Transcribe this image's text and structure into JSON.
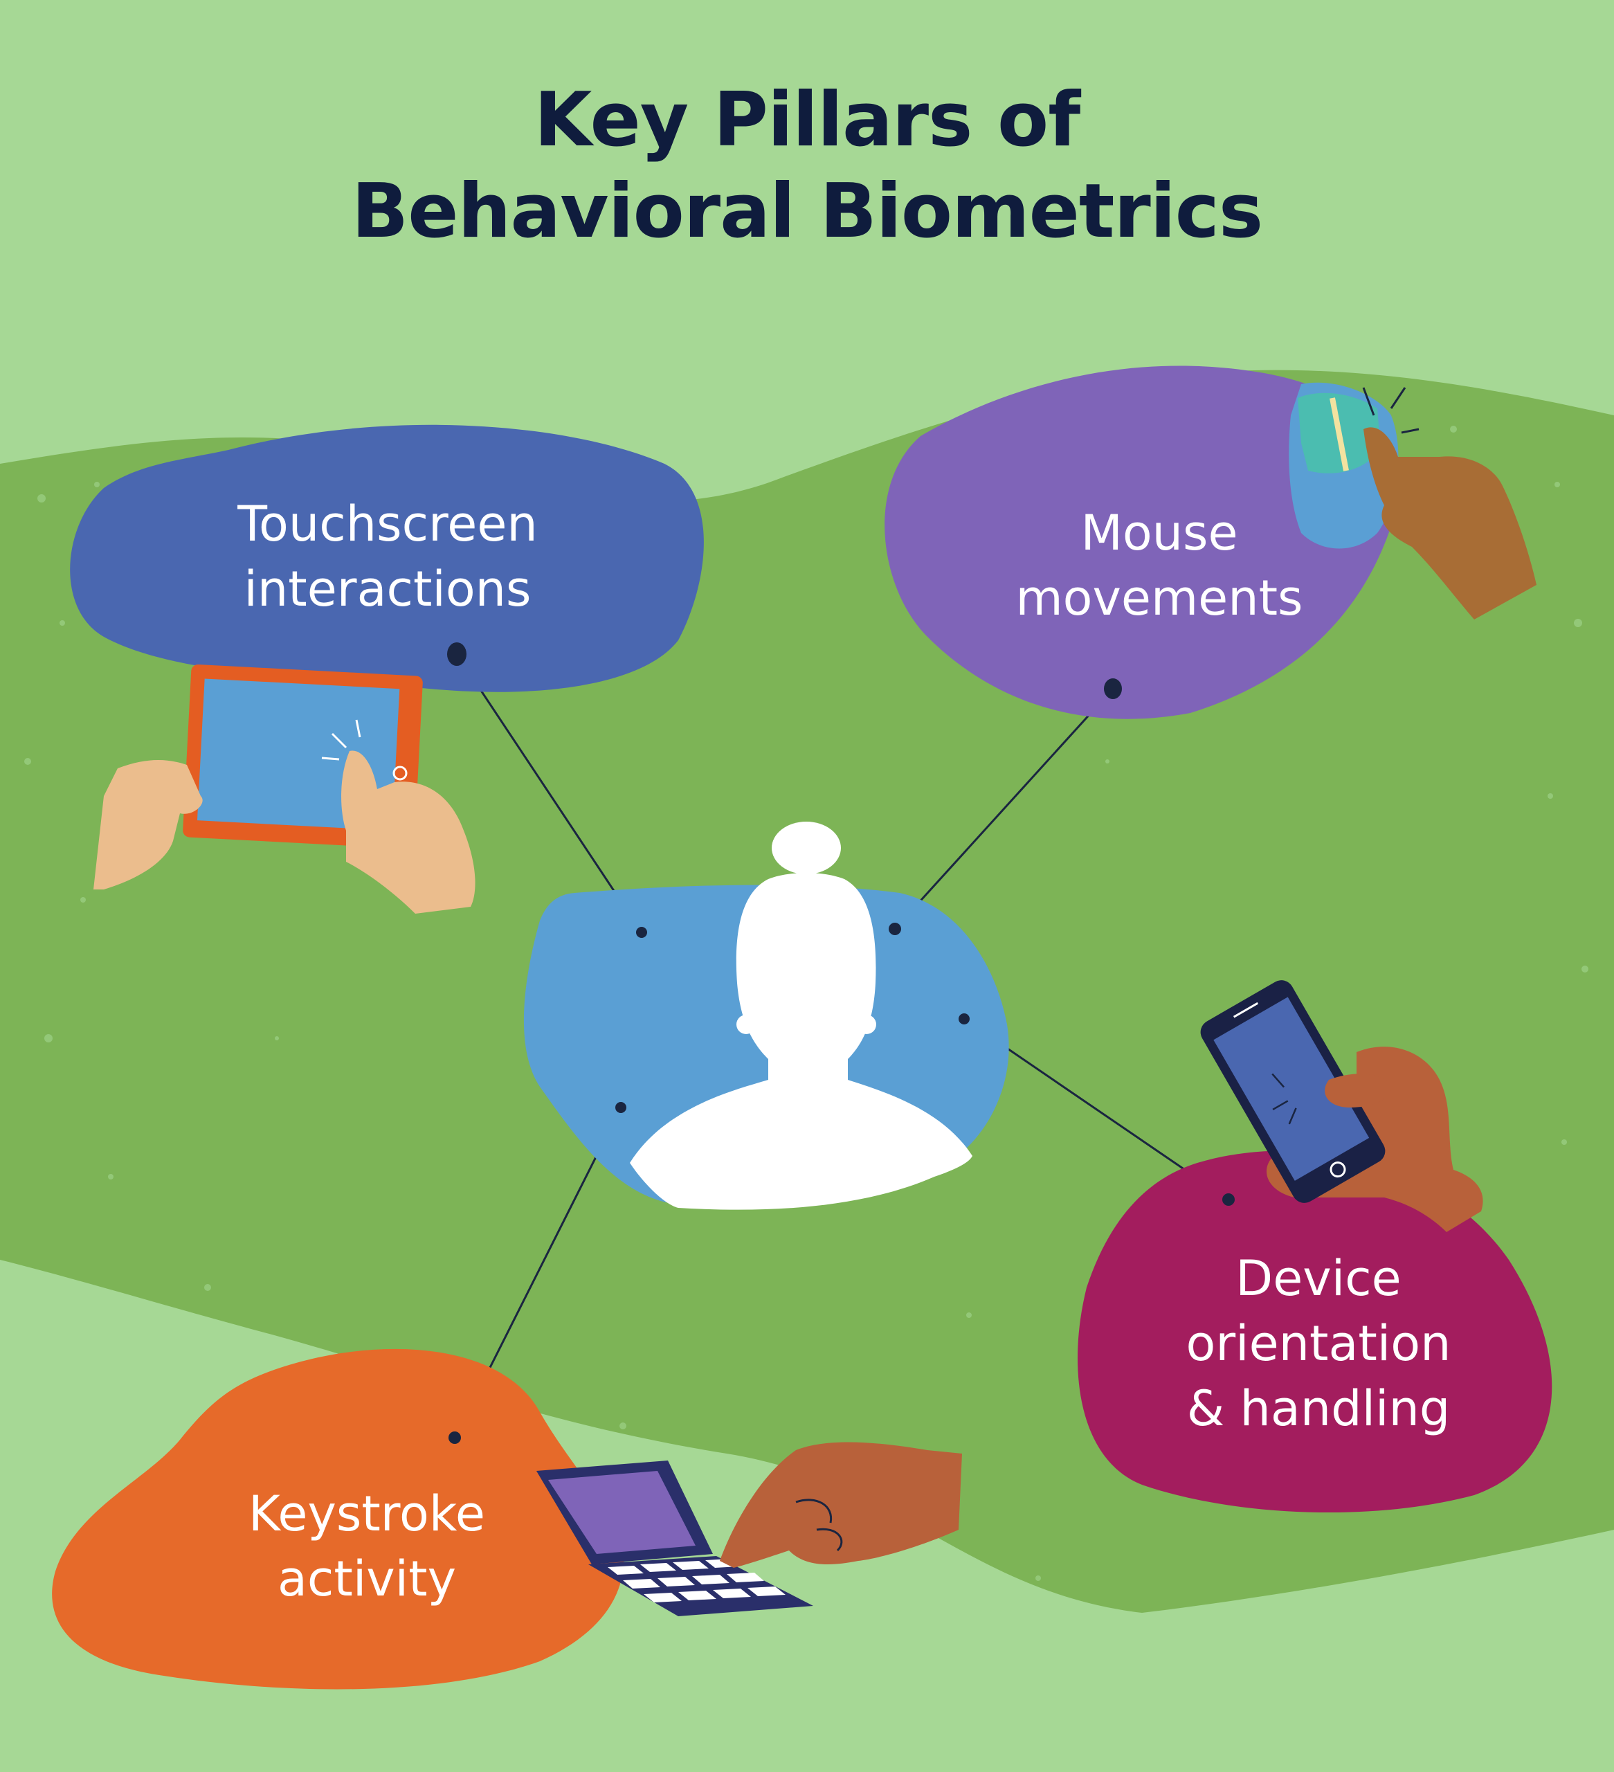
{
  "title": {
    "line1": "Key Pillars of",
    "line2": "Behavioral Biometrics"
  },
  "pillars": {
    "touchscreen": {
      "line1": "Touchscreen",
      "line2": "interactions",
      "color": "#4a67b0",
      "icon": "tablet-in-hands-icon"
    },
    "mouse": {
      "line1": "Mouse",
      "line2": "movements",
      "color": "#7f64b8",
      "icon": "mouse-hand-icon"
    },
    "device": {
      "line1": "Device",
      "line2": "orientation",
      "line3": "& handling",
      "color": "#a31d5e",
      "icon": "phone-in-hand-icon"
    },
    "keystroke": {
      "line1": "Keystroke",
      "line2": "activity",
      "color": "#e66a2a",
      "icon": "keyboard-typing-icon"
    }
  },
  "center": {
    "color": "#5a9fd4",
    "icon": "person-silhouette-icon"
  },
  "colors": {
    "background": "#a6d895",
    "field": "#7db456",
    "connector": "#1a2540"
  }
}
